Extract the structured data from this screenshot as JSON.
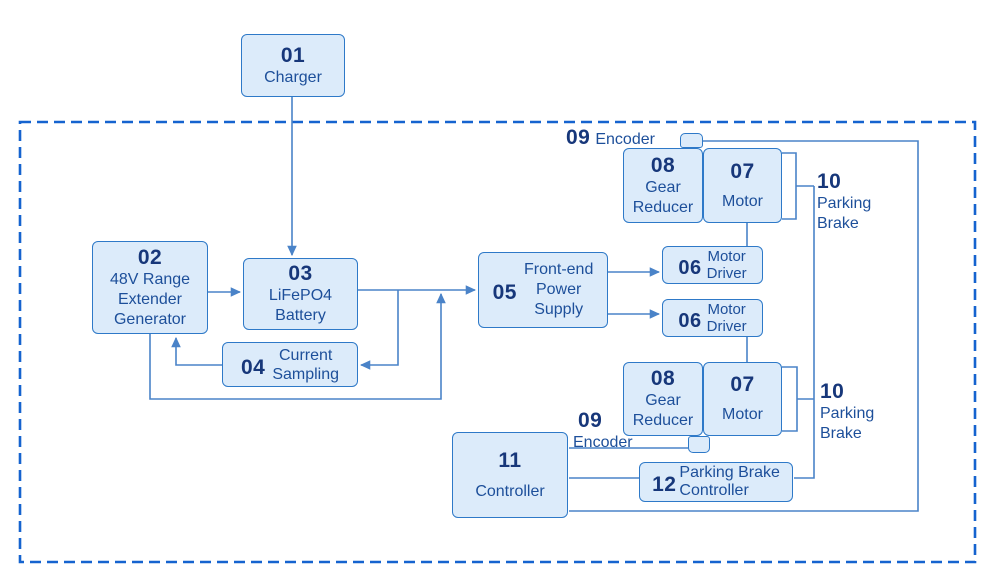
{
  "diagram": {
    "description": "Power and drive system block diagram",
    "colors": {
      "box_fill": "#dcebfa",
      "box_border": "#2e79c8",
      "connector_line": "#4a83c8",
      "boundary_dashed": "#1563cf",
      "number_text": "#17377a",
      "label_text": "#1d4f9a",
      "background": "#ffffff"
    },
    "nodes": {
      "charger": {
        "num": "01",
        "lines": [
          "Charger"
        ]
      },
      "generator": {
        "num": "02",
        "lines": [
          "48V Range",
          "Extender",
          "Generator"
        ]
      },
      "battery": {
        "num": "03",
        "lines": [
          "LiFePO4",
          "Battery"
        ]
      },
      "current_sampling": {
        "num": "04",
        "lines": [
          "Current",
          "Sampling"
        ]
      },
      "front_end_power": {
        "num": "05",
        "lines": [
          "Front-end",
          "Power",
          "Supply"
        ]
      },
      "motor_driver_1": {
        "num": "06",
        "lines": [
          "Motor",
          "Driver"
        ]
      },
      "motor_driver_2": {
        "num": "06",
        "lines": [
          "Motor",
          "Driver"
        ]
      },
      "motor_1": {
        "num": "07",
        "lines": [
          "Motor"
        ]
      },
      "motor_2": {
        "num": "07",
        "lines": [
          "Motor"
        ]
      },
      "gear_reducer_1": {
        "num": "08",
        "lines": [
          "Gear",
          "Reducer"
        ]
      },
      "gear_reducer_2": {
        "num": "08",
        "lines": [
          "Gear",
          "Reducer"
        ]
      },
      "controller": {
        "num": "11",
        "lines": [
          "Controller"
        ]
      },
      "parking_brake_controller": {
        "num": "12",
        "lines": [
          "Parking Brake",
          "Controller"
        ]
      }
    },
    "labels": {
      "encoder_top": {
        "num": "09",
        "text": "Encoder"
      },
      "encoder_bottom": {
        "num": "09",
        "text": "Encoder"
      },
      "parking_brake_top": {
        "num": "10",
        "lines": [
          "Parking",
          "Brake"
        ]
      },
      "parking_brake_bottom": {
        "num": "10",
        "lines": [
          "Parking",
          "Brake"
        ]
      }
    }
  }
}
